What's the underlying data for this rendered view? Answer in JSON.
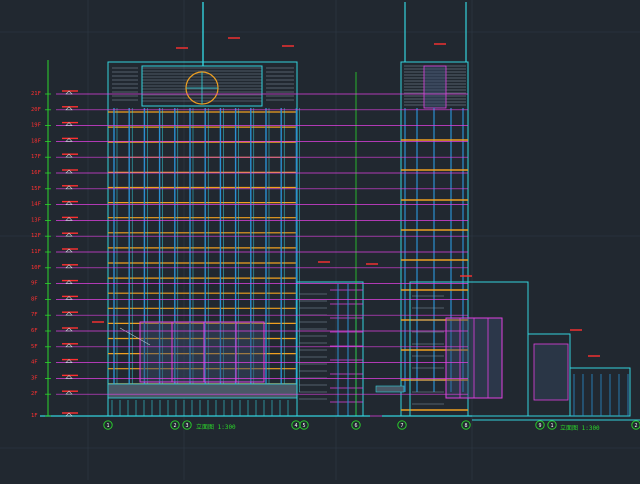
{
  "drawing": {
    "background": "#212830",
    "colors": {
      "outline": "#33d2dc",
      "mullion": "#2a8fd0",
      "floor_line": "#e040e0",
      "dim_text": "#ff3030",
      "axis": "#2bd62b",
      "spandrel": "#f0a020",
      "glass": "#3a4a6a",
      "grid": "#2f3a46"
    },
    "floor_labels": [
      "1F",
      "2F",
      "3F",
      "4F",
      "5F",
      "6F",
      "7F",
      "8F",
      "9F",
      "10F",
      "11F",
      "12F",
      "13F",
      "14F",
      "15F",
      "16F",
      "17F",
      "18F",
      "19F",
      "20F",
      "21F"
    ],
    "axis_labels": [
      "1",
      "2",
      "3",
      "4",
      "5",
      "6",
      "7",
      "8",
      "9"
    ],
    "captions": {
      "left_elevation": "立面图 1:300",
      "right_elevation": "立面图 1:300"
    }
  }
}
